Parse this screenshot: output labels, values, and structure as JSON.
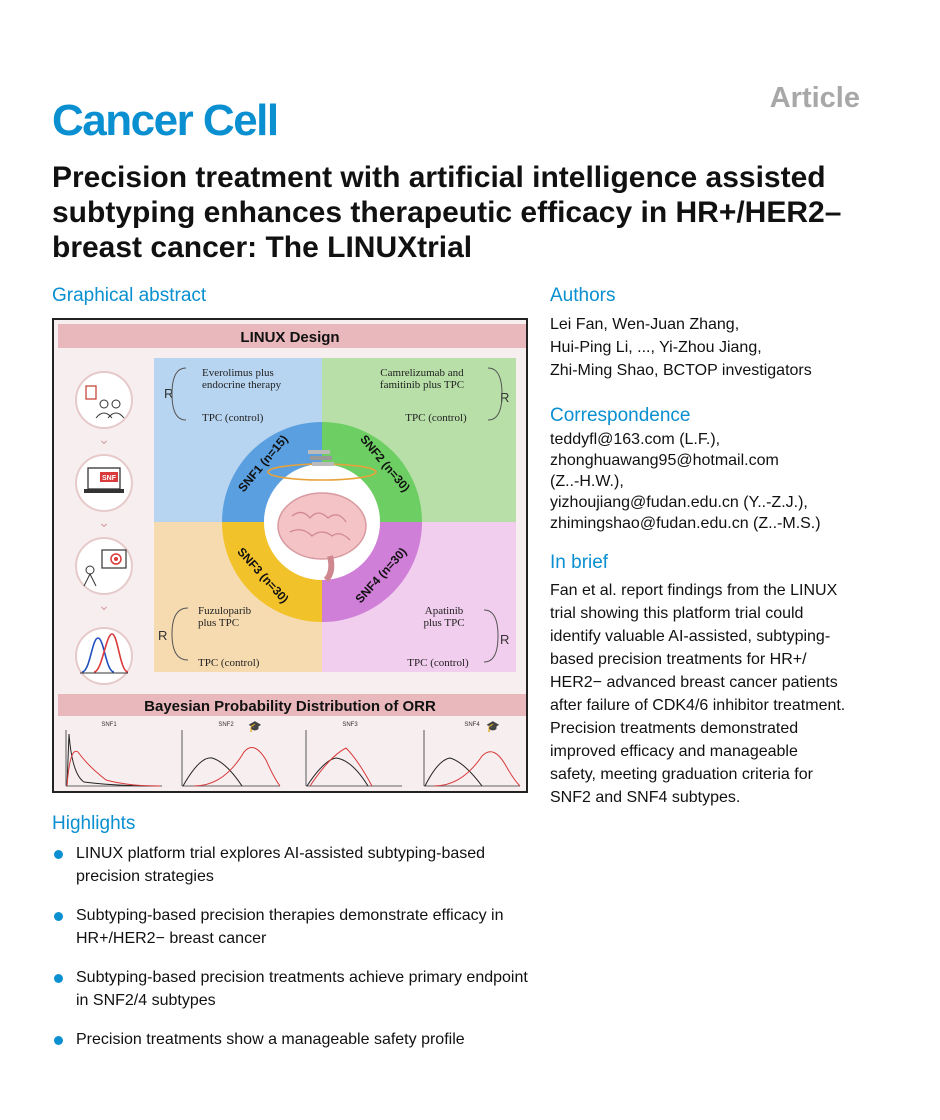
{
  "header": {
    "journal": "Cancer Cell",
    "article_type": "Article",
    "title": "Precision treatment with artificial intelligence assisted subtyping enhances therapeutic efficacy in HR+/HER2– breast cancer: The LINUXtrial"
  },
  "graphical_abstract": {
    "heading": "Graphical abstract",
    "design_title": "LINUX Design",
    "r_label": "R",
    "snf_badge": "SNF",
    "quadrants": [
      {
        "subtype": "SNF1 (n=15)",
        "treatment_line1": "Everolimus plus",
        "treatment_line2": "endocrine therapy",
        "control": "TPC (control)"
      },
      {
        "subtype": "SNF2 (n=30)",
        "treatment_line1": "Camrelizumab and",
        "treatment_line2": "famitinib plus TPC",
        "control": "TPC (control)"
      },
      {
        "subtype": "SNF3 (n=30)",
        "treatment_line1": "Fuzuloparib",
        "treatment_line2": "plus  TPC",
        "control": "TPC (control)"
      },
      {
        "subtype": "SNF4 (n=30)",
        "treatment_line1": "Apatinib",
        "treatment_line2": "plus TPC",
        "control": "TPC (control)"
      }
    ],
    "bayes_title": "Bayesian Probability Distribution of ORR",
    "bayes_panels": [
      "SNF1",
      "SNF2",
      "SNF3",
      "SNF4"
    ],
    "colors": {
      "snf1": "#5a9fe0",
      "snf2": "#6dcf63",
      "snf3": "#f2c22a",
      "snf4": "#cf7fd8",
      "banner": "#e8b8bc"
    }
  },
  "highlights": {
    "heading": "Highlights",
    "items": [
      "LINUX platform trial explores AI-assisted subtyping-based precision strategies",
      "Subtyping-based precision therapies demonstrate efficacy in HR+/HER2− breast cancer",
      "Subtyping-based precision treatments achieve primary endpoint in SNF2/4 subtypes",
      "Precision treatments show a manageable safety profile"
    ]
  },
  "authors": {
    "heading": "Authors",
    "lines": [
      "Lei Fan, Wen-Juan Zhang,",
      "Hui-Ping Li, ..., Yi-Zhou Jiang,",
      "Zhi-Ming Shao,   BCTOP investigators"
    ]
  },
  "correspondence": {
    "heading": "Correspondence",
    "lines": [
      "teddyfl@163.com (L.F.),",
      "zhonghuawang95@hotmail.com",
      "(Z..-H.W.),",
      "yizhoujiang@fudan.edu.cn (Y..-Z.J.),",
      "zhimingshao@fudan.edu.cn (Z..-M.S.)"
    ]
  },
  "in_brief": {
    "heading": "In brief",
    "lines": [
      "Fan et al. report findings from the LINUX",
      "trial showing this platform trial could",
      "identify valuable AI-assisted, subtyping-",
      "based precision treatments for HR+/",
      "HER2−  advanced breast cancer patients",
      "after failure of CDK4/6 inhibitor treatment.",
      "Precision treatments demonstrated",
      "improved efficacy and manageable",
      "safety, meeting graduation criteria for",
      "SNF2 and SNF4 subtypes."
    ]
  }
}
